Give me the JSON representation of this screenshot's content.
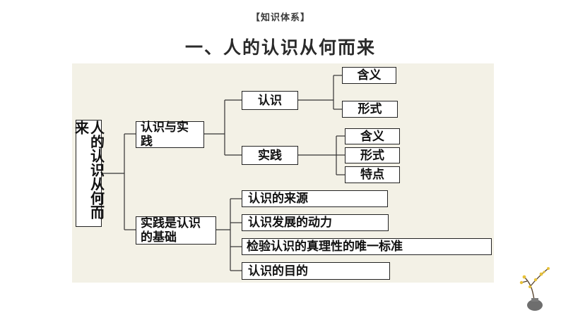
{
  "header": {
    "tag": "【知识体系】",
    "title": "一、人的认识从何而来"
  },
  "diagram": {
    "root": "人的认识从何而来",
    "branch1": {
      "label": "认识与实践",
      "cognition": {
        "label": "认识",
        "children": [
          "含义",
          "形式"
        ]
      },
      "practice": {
        "label": "实践",
        "children": [
          "含义",
          "形式",
          "特点"
        ]
      }
    },
    "branch2": {
      "label": "实践是认识的基础",
      "children": [
        "认识的来源",
        "认识发展的动力",
        "检验认识的真理性的唯一标准",
        "认识的目的"
      ]
    }
  },
  "decoration": {
    "icon": "plum-blossom-vase-icon"
  }
}
